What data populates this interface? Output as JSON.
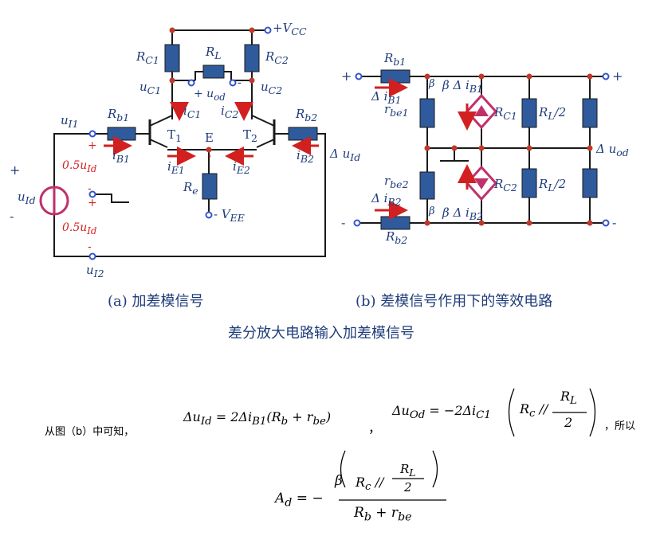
{
  "figure": {
    "caption_a": "(a) 加差模信号",
    "caption_b": "(b) 差模信号作用下的等效电路",
    "title": "差分放大电路输入加差模信号"
  },
  "circuit_a": {
    "vcc": "+V",
    "vcc_sub": "CC",
    "vee": "- V",
    "vee_sub": "EE",
    "rc1": "R",
    "rc1_sub": "C1",
    "rc2": "R",
    "rc2_sub": "C2",
    "rl": "R",
    "rl_sub": "L",
    "rb1": "R",
    "rb1_sub": "b1",
    "rb2": "R",
    "rb2_sub": "b2",
    "re": "R",
    "re_sub": "e",
    "uc1": "u",
    "uc1_sub": "C1",
    "uc2": "u",
    "uc2_sub": "C2",
    "uod": "+ u",
    "uod_sub": "od",
    "uod_minus": "-",
    "ic1": "i",
    "ic1_sub": "C1",
    "ic2": "i",
    "ic2_sub": "C2",
    "t1": "T",
    "t1_sub": "1",
    "t2": "T",
    "t2_sub": "2",
    "e": "E",
    "ui1": "u",
    "ui1_sub": "I1",
    "ui2": "u",
    "ui2_sub": "I2",
    "uid": "u",
    "uid_sub": "Id",
    "plus": "+",
    "minus": "-",
    "half_uid_top": "0.5u",
    "half_uid_top_sub": "Id",
    "half_uid_bot": "0.5u",
    "half_uid_bot_sub": "Id",
    "ib1": "i",
    "ib1_sub": "B1",
    "ib2": "i",
    "ib2_sub": "B2",
    "ie1": "i",
    "ie1_sub": "E1",
    "ie2": "i",
    "ie2_sub": "E2",
    "delta_uid": "Δ u",
    "delta_uid_sub": "Id"
  },
  "circuit_b": {
    "rb1": "R",
    "rb1_sub": "b1",
    "rb2": "R",
    "rb2_sub": "b2",
    "rbe1": "r",
    "rbe1_sub": "be1",
    "rbe2": "r",
    "rbe2_sub": "be2",
    "dib1_left": "Δ i",
    "dib1_left_sub": "B1",
    "dib2_left": "Δ i",
    "dib2_left_sub": "B2",
    "beta_top": "β Δ i",
    "beta_top_sub": "B1",
    "beta_bot": "β Δ i",
    "beta_bot_sub": "B2",
    "beta1": "β",
    "beta2": "β",
    "rc1": "R",
    "rc1_sub": "C1",
    "rc2": "R",
    "rc2_sub": "C2",
    "rl_half_top": "R",
    "rl_half_top_sub": "L",
    "rl_half_top_tail": "/2",
    "rl_half_bot": "R",
    "rl_half_bot_sub": "L",
    "rl_half_bot_tail": "/2",
    "delta_uod": "Δ u",
    "delta_uod_sub": "od",
    "plus": "+",
    "minus": "-"
  },
  "text": {
    "intro": "从图（b）中可知，",
    "comma": "，",
    "so": "，所以"
  },
  "formulas": {
    "eq1_lhs": "Δu",
    "eq1_lhs_sub": "Id",
    "eq1_eq": "= 2Δi",
    "eq1_sub": "B1",
    "eq1_rest": "(R",
    "eq1_rb_sub": "b",
    "eq1_plus": " + r",
    "eq1_rbe_sub": "be",
    "eq1_close": ")",
    "eq2_lhs": "Δu",
    "eq2_lhs_sub": "Od",
    "eq2_eq": "= −2Δi",
    "eq2_sub": "C1",
    "eq2_open": "R",
    "eq2_rc_sub": "c",
    "eq2_par": " // ",
    "eq2_num": "R",
    "eq2_num_sub": "L",
    "eq2_den": "2",
    "eq3_lhs": "A",
    "eq3_lhs_sub": "d",
    "eq3_eq": "= −",
    "eq3_beta": "β",
    "eq3_r": "R",
    "eq3_rc_sub": "c",
    "eq3_par": " // ",
    "eq3_num": "R",
    "eq3_num_sub": "L",
    "eq3_den2": "2",
    "eq3_den": "R",
    "eq3_den_sub": "b",
    "eq3_den_plus": " + r",
    "eq3_den_rbe_sub": "be"
  },
  "colors": {
    "resistor_fill": "#2f5a9c",
    "wire": "#1a1a1a",
    "node": "#c0392b",
    "arrow": "#d22020",
    "label": "#1f3c7a",
    "source": "#c0306b"
  }
}
